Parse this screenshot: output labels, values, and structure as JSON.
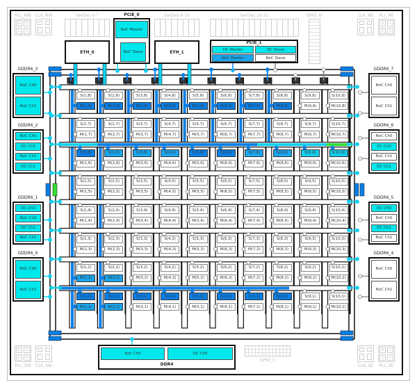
{
  "colors": {
    "cyan": "#00e8ec",
    "blue": "#0a7fe6",
    "mid_blue": "#1aa6ee",
    "light_cyan": "#12cfee",
    "green": "#33dd33"
  },
  "corners": {
    "pll_nw": {
      "label": "PLL_NW",
      "cells": [
        "0",
        "1",
        "2",
        "3"
      ]
    },
    "clk_nw": {
      "label": "CLK_NW"
    },
    "clk_ne": {
      "label": "CLK_NE"
    },
    "pll_ne": {
      "label": "PLL_NE",
      "cells": [
        "0",
        "1",
        "2",
        "3"
      ]
    },
    "clk_sw": {
      "label": "CLK_SW"
    },
    "pll_sw": {
      "label": "PLL_SW",
      "cells": [
        "0",
        "1",
        "2",
        "3"
      ]
    },
    "clk_se": {
      "label": "CLK_SE"
    },
    "pll_se": {
      "label": "PLL_SE",
      "cells": [
        "0",
        "1",
        "2",
        "3"
      ]
    }
  },
  "serdes": [
    "SerDes 0-7",
    "SerDes 8-15",
    "SerDes 16-31"
  ],
  "gpio": {
    "north": "GPIO_N",
    "south": "GPIO_S"
  },
  "pcie0": {
    "label": "PCIE_0",
    "master": "NoC Master",
    "slave": "NoC Slave"
  },
  "eth": [
    "ETH_0",
    "ETH_1"
  ],
  "pcie1": {
    "label": "PCIE_1",
    "dc_master": "DC Master",
    "dc_slave": "DC Slave",
    "noc_master": "NoC Master",
    "noc_slave": "NoC Slave"
  },
  "gddr6": [
    {
      "label": "GDDR6_3",
      "side": "left",
      "channels": [
        {
          "label": "NoC Ch0",
          "active": true
        },
        {
          "label": "NoC Ch1",
          "active": true
        }
      ]
    },
    {
      "label": "GDDR6_2",
      "side": "left",
      "channels": [
        {
          "label": "NoC Ch0",
          "active": true
        },
        {
          "label": "DC Ch0",
          "active": true
        },
        {
          "label": "NoC Ch1",
          "active": true
        },
        {
          "label": "DC Ch1",
          "active": true
        }
      ]
    },
    {
      "label": "GDDR6_1",
      "side": "left",
      "channels": [
        {
          "label": "DC Ch0",
          "active": true
        },
        {
          "label": "NoC Ch0",
          "active": true
        },
        {
          "label": "DC Ch1",
          "active": true
        },
        {
          "label": "NoC Ch1",
          "active": true
        }
      ]
    },
    {
      "label": "GDDR6_0",
      "side": "left",
      "channels": [
        {
          "label": "NoC Ch0",
          "active": true
        },
        {
          "label": "NoC Ch1",
          "active": true
        }
      ]
    },
    {
      "label": "GDDR6_7",
      "side": "right",
      "channels": [
        {
          "label": "NoC Ch0",
          "active": false
        },
        {
          "label": "NoC Ch1",
          "active": false
        }
      ]
    },
    {
      "label": "GDDR6_6",
      "side": "right",
      "channels": [
        {
          "label": "NoC Ch0",
          "active": false
        },
        {
          "label": "DC Ch0",
          "active": true
        },
        {
          "label": "NoC Ch1",
          "active": false
        },
        {
          "label": "DC Ch1",
          "active": true
        }
      ]
    },
    {
      "label": "GDDR6_5",
      "side": "right",
      "channels": [
        {
          "label": "DC Ch0",
          "active": true
        },
        {
          "label": "NoC Ch0",
          "active": false
        },
        {
          "label": "DC Ch1",
          "active": true
        },
        {
          "label": "NoC Ch1",
          "active": false
        }
      ]
    },
    {
      "label": "GDDR6_4",
      "side": "right",
      "channels": [
        {
          "label": "NoC Ch0",
          "active": false
        },
        {
          "label": "NoC Ch1",
          "active": false
        }
      ]
    }
  ],
  "ddr4": {
    "label": "DDR4",
    "channels": [
      "Noc Ch0",
      "DC Ch0"
    ]
  },
  "grid": {
    "rows": [
      {
        "row": 8,
        "s": [
          "S(1,8)",
          "S(2,8)",
          "S(3,8)",
          "S(4,8)",
          "S(5,8)",
          "S(6,8)",
          "S(7,8)",
          "S(8,8)",
          "S(9,8)",
          "S(10,8)"
        ],
        "m": [
          "M(1,8)",
          "M(2,8)",
          "M(3,8)",
          "M(4,8)",
          "M(5,8)",
          "M(6,8)",
          "M(7,8)",
          "M(8,8)",
          "M(9,8)",
          "M(10,8)"
        ],
        "s_state": [
          0,
          0,
          0,
          0,
          0,
          0,
          0,
          0,
          0,
          0
        ],
        "m_state": [
          1,
          1,
          1,
          1,
          1,
          1,
          1,
          1,
          0,
          0
        ]
      },
      {
        "row": 7,
        "s": [
          "S(1,7)",
          "S(2,7)",
          "S(3,7)",
          "S(4,7)",
          "S(5,7)",
          "S(6,7)",
          "S(7,7)",
          "S(8,7)",
          "S(9,7)",
          "S(10,7)"
        ],
        "m": [
          "M(1,7)",
          "M(2,7)",
          "M(3,7)",
          "M(4,7)",
          "M(5,7)",
          "M(6,7)",
          "M(7,7)",
          "M(8,7)",
          "M(9,7)",
          "M(10,7)"
        ],
        "s_state": [
          0,
          0,
          0,
          0,
          0,
          0,
          0,
          0,
          0,
          0
        ],
        "m_state": [
          0,
          0,
          0,
          0,
          0,
          0,
          0,
          0,
          0,
          0
        ]
      },
      {
        "row": 6,
        "s": [
          "S(1,6)",
          "S(2,6)",
          "S(3,6)",
          "S(4,6)",
          "S(5,6)",
          "S(6,6)",
          "S(7,6)",
          "S(8,6)",
          "S(9,6)",
          "S(10,6)"
        ],
        "m": [
          "M(1,6)",
          "M(2,6)",
          "M(3,6)",
          "M(4,6)",
          "M(5,6)",
          "M(6,6)",
          "M(7,6)",
          "M(8,6)",
          "M(9,6)",
          "M(10,6)"
        ],
        "s_state": [
          1,
          2,
          2,
          2,
          1,
          1,
          2,
          2,
          3,
          3
        ],
        "m_state": [
          0,
          0,
          0,
          0,
          0,
          0,
          0,
          0,
          0,
          0
        ]
      },
      {
        "row": 5,
        "s": [
          "S(1,5)",
          "S(2,5)",
          "S(3,5)",
          "S(4,5)",
          "S(5,5)",
          "S(6,5)",
          "S(7,5)",
          "S(8,5)",
          "S(9,5)",
          "S(10,5)"
        ],
        "m": [
          "M(1,5)",
          "M(2,5)",
          "M(3,5)",
          "M(4,5)",
          "M(5,5)",
          "M(6,5)",
          "M(7,5)",
          "M(8,5)",
          "M(9,5)",
          "M(10,5)"
        ],
        "s_state": [
          0,
          0,
          0,
          0,
          0,
          0,
          0,
          0,
          0,
          0
        ],
        "m_state": [
          0,
          0,
          0,
          0,
          0,
          0,
          0,
          0,
          0,
          0
        ]
      },
      {
        "row": 4,
        "s": [
          "S(1,4)",
          "S(2,4)",
          "S(3,4)",
          "S(4,4)",
          "S(5,4)",
          "S(6,4)",
          "S(7,4)",
          "S(8,4)",
          "S(9,4)",
          "S(10,4)"
        ],
        "m": [
          "M(1,4)",
          "M(2,4)",
          "M(3,4)",
          "M(4,4)",
          "M(5,4)",
          "M(6,4)",
          "M(7,4)",
          "M(8,4)",
          "M(9,4)",
          "M(10,4)"
        ],
        "s_state": [
          0,
          0,
          0,
          0,
          0,
          0,
          0,
          0,
          0,
          0
        ],
        "m_state": [
          0,
          0,
          0,
          0,
          0,
          0,
          0,
          0,
          0,
          0
        ]
      },
      {
        "row": 3,
        "s": [
          "S(1,3)",
          "S(2,3)",
          "S(3,3)",
          "S(4,3)",
          "S(5,3)",
          "S(6,3)",
          "S(7,3)",
          "S(8,3)",
          "S(9,3)",
          "S(10,3)"
        ],
        "m": [
          "M(1,3)",
          "M(2,3)",
          "M(3,3)",
          "M(4,3)",
          "M(5,3)",
          "M(6,3)",
          "M(7,3)",
          "M(8,3)",
          "M(9,3)",
          "M(10,3)"
        ],
        "s_state": [
          0,
          0,
          0,
          0,
          0,
          0,
          0,
          0,
          0,
          0
        ],
        "m_state": [
          0,
          0,
          0,
          0,
          0,
          0,
          0,
          0,
          0,
          0
        ]
      },
      {
        "row": 2,
        "s": [
          "S(1,2)",
          "S(2,2)",
          "S(3,2)",
          "S(4,2)",
          "S(5,2)",
          "S(6,2)",
          "S(7,2)",
          "S(8,2)",
          "S(9,2)",
          "S(10,2)"
        ],
        "m": [
          "M(1,2)",
          "M(2,2)",
          "M(3,2)",
          "M(4,2)",
          "M(5,2)",
          "M(6,2)",
          "M(7,2)",
          "M(8,2)",
          "M(9,2)",
          "M(10,2)"
        ],
        "s_state": [
          0,
          0,
          0,
          0,
          0,
          0,
          0,
          0,
          0,
          0
        ],
        "m_state": [
          2,
          2,
          0,
          0,
          0,
          0,
          0,
          0,
          0,
          0
        ]
      },
      {
        "row": 1,
        "s": [
          "S(1,1)",
          "S(2,1)",
          "S(3,1)",
          "S(4,1)",
          "S(5,1)",
          "S(6,1)",
          "S(7,1)",
          "S(8,1)",
          "S(9,1)",
          "S(10,1)"
        ],
        "m": [
          "M(1,1)",
          "M(2,1)",
          "M(3,1)",
          "M(4,1)",
          "M(5,1)",
          "M(6,1)",
          "M(7,1)",
          "M(8,1)",
          "M(9,1)",
          "M(10,1)"
        ],
        "s_state": [
          1,
          1,
          1,
          1,
          1,
          1,
          1,
          1,
          0,
          0
        ],
        "m_state": [
          2,
          2,
          0,
          0,
          0,
          0,
          0,
          0,
          0,
          0
        ]
      }
    ]
  }
}
